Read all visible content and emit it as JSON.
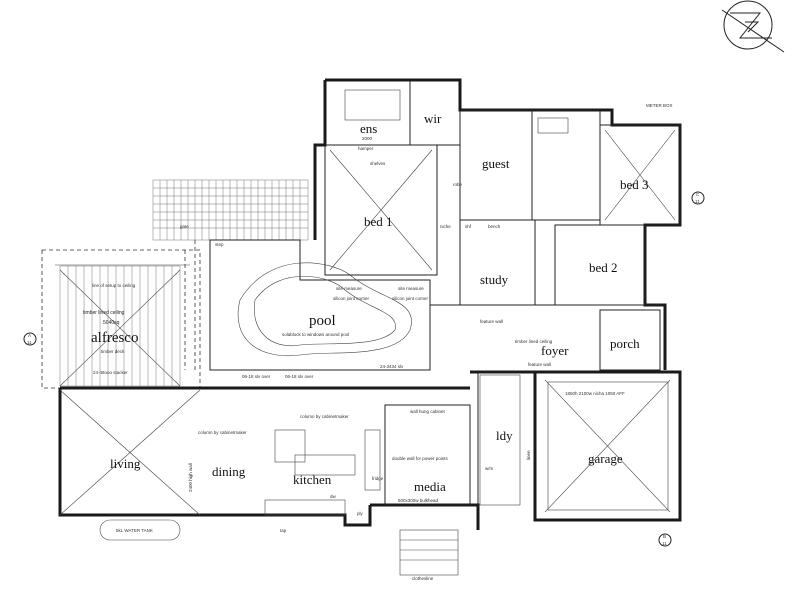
{
  "rooms": {
    "ens": "ens",
    "wir": "wir",
    "guest": "guest",
    "bed3": "bed 3",
    "bed1": "bed 1",
    "study": "study",
    "bed2": "bed 2",
    "pool": "pool",
    "alfresco": "alfresco",
    "foyer": "foyer",
    "porch": "porch",
    "living": "living",
    "dining": "dining",
    "kitchen": "kitchen",
    "media": "media",
    "ldy": "ldy",
    "garage": "garage"
  },
  "notes": {
    "ens_dims": "2000",
    "shelves": "shelves",
    "hamper": "hamper",
    "robe": "robe",
    "niche": "niche",
    "shf": "shf",
    "bench": "bench",
    "step": "step",
    "gate": "gate",
    "line_ceiling": "line of setup to ceiling",
    "timber_lined_ceiling": "timber lined ceiling",
    "alfresco_size": "5040sq",
    "timber_deck": "timber deck",
    "alfresco_stacker": "24-48ooo stacker",
    "pool_note": "solablock to windows around pool",
    "site_measure_1": "site measure",
    "site_measure_2": "site measure",
    "silicon_corner_1": "silicon joint corner",
    "silicon_corner_2": "silicon joint corner",
    "feature_wall": "feature wall",
    "foyer_ceiling": "timber lined ceiling",
    "feature_wall_2": "feature wall",
    "slv_over_1": "06-18 slv over",
    "slv_over_2": "06-18 slv over",
    "window_2434": "24-3434 slv",
    "column_1": "column by cabinetmaker",
    "column_2": "column by cabinetmaker",
    "high_wall": "2400 high wall",
    "wall_hung": "wall hung cabinet",
    "double_wall": "double wall for power points",
    "media_bulkhead": "600x300w bulkhead",
    "garage_door": "1850h 2100w nicha 1050 AFF",
    "water_tank": "5kL WATER TANK",
    "clothesline": "clothesline",
    "meter_box": "METER BOX",
    "tap": "tap",
    "ply": "ply",
    "dw": "dw",
    "fridge": "fridge",
    "linen": "linen",
    "wm": "w/m",
    "ref_a": "A",
    "ref_b": "B",
    "ref_c": "C",
    "ref_sheet": "11"
  }
}
